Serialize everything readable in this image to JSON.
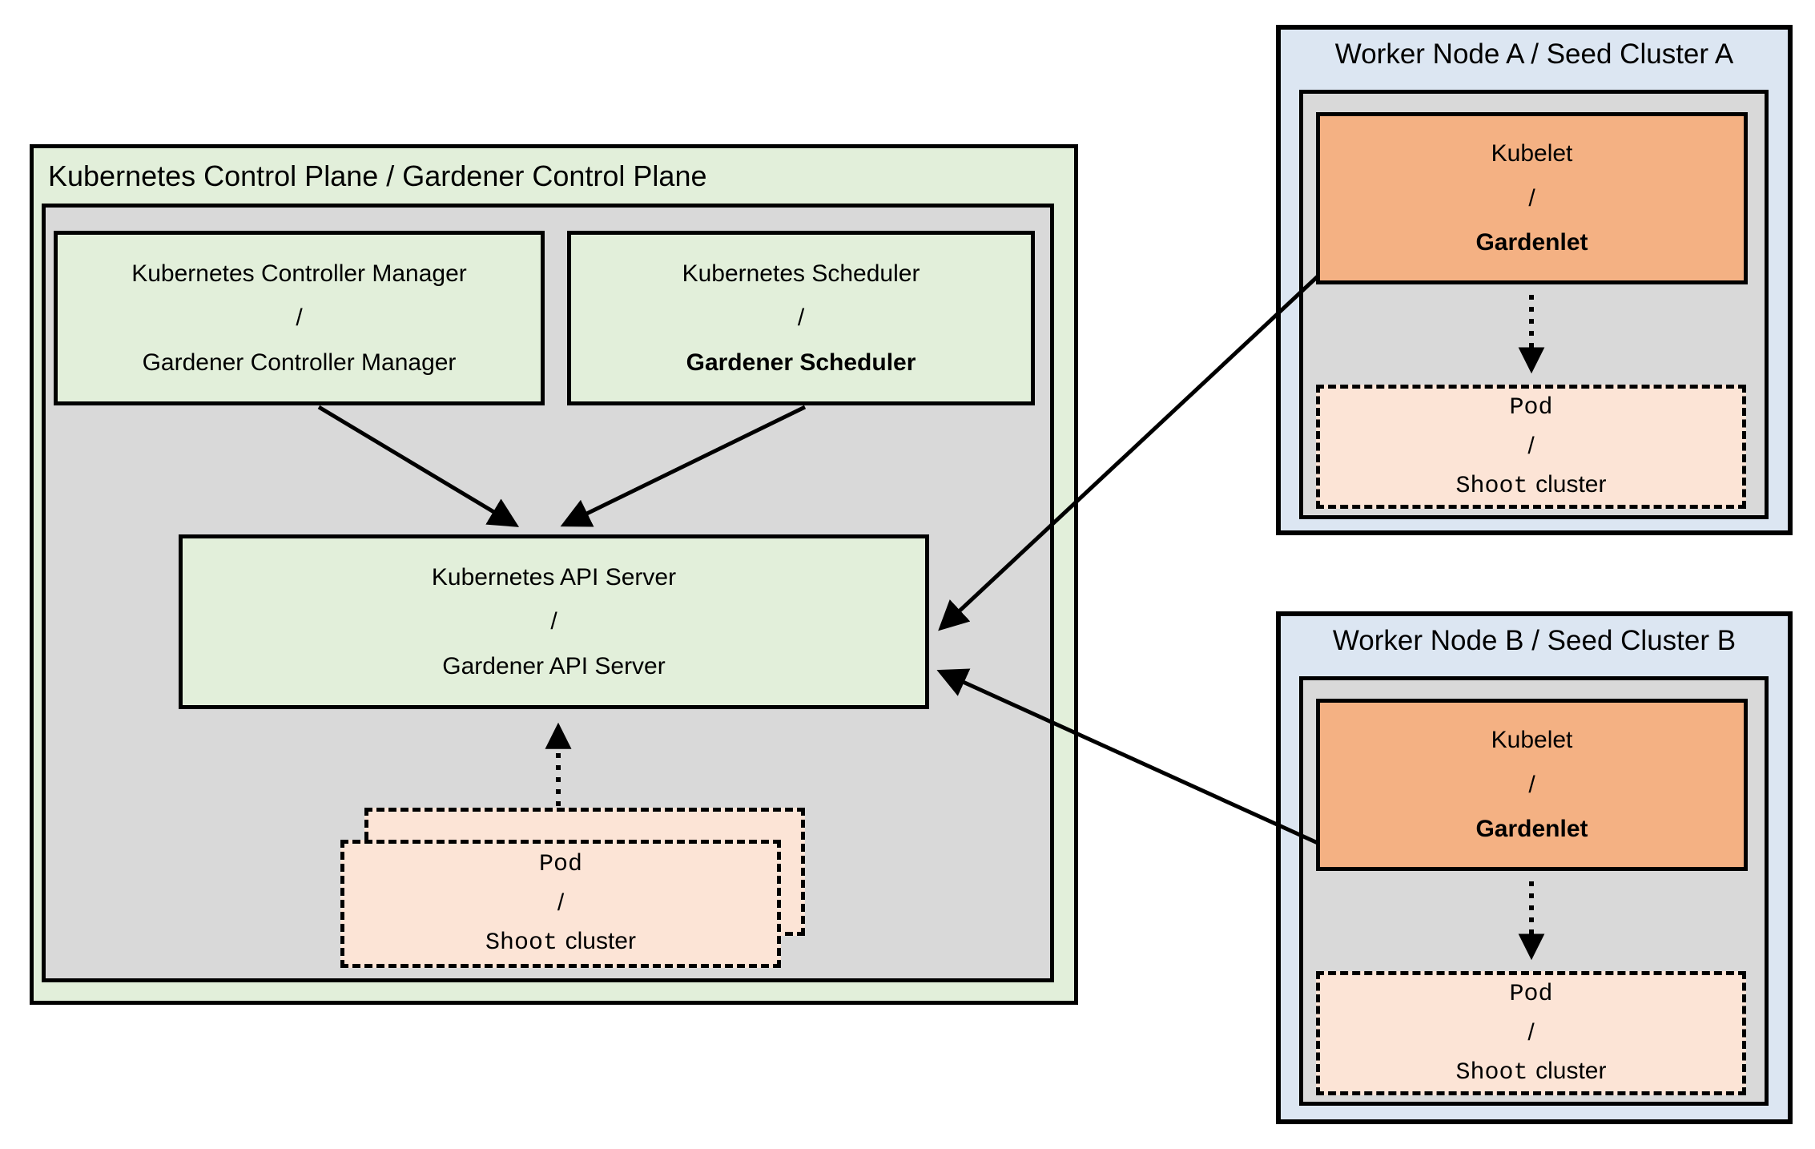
{
  "colors": {
    "green-light": "#e2efda",
    "panel-gray": "#d9d9d9",
    "blue-light": "#dce6f2",
    "orange": "#f4b183",
    "peach": "#fce4d6",
    "line": "#000000"
  },
  "control_plane": {
    "title": "Kubernetes Control Plane / Gardener Control Plane",
    "controller_manager": {
      "line1": "Kubernetes Controller Manager",
      "sep": "/",
      "line2": "Gardener Controller Manager"
    },
    "scheduler": {
      "line1": "Kubernetes Scheduler",
      "sep": "/",
      "line2": "Gardener Scheduler"
    },
    "api_server": {
      "line1": "Kubernetes API Server",
      "sep": "/",
      "line2": "Gardener API Server"
    },
    "pod_stack": {
      "line1": "Pod",
      "sep": "/",
      "line2_mono": "Shoot",
      "line2_suffix": "cluster"
    }
  },
  "worker_node_a": {
    "title": "Worker Node A / Seed Cluster A",
    "kubelet": {
      "line1": "Kubelet",
      "sep": "/",
      "line2": "Gardenlet"
    },
    "pod": {
      "line1": "Pod",
      "sep": "/",
      "line2_mono": "Shoot",
      "line2_suffix": "cluster"
    }
  },
  "worker_node_b": {
    "title": "Worker Node B / Seed Cluster B",
    "kubelet": {
      "line1": "Kubelet",
      "sep": "/",
      "line2": "Gardenlet"
    },
    "pod": {
      "line1": "Pod",
      "sep": "/",
      "line2_mono": "Shoot",
      "line2_suffix": "cluster"
    }
  }
}
